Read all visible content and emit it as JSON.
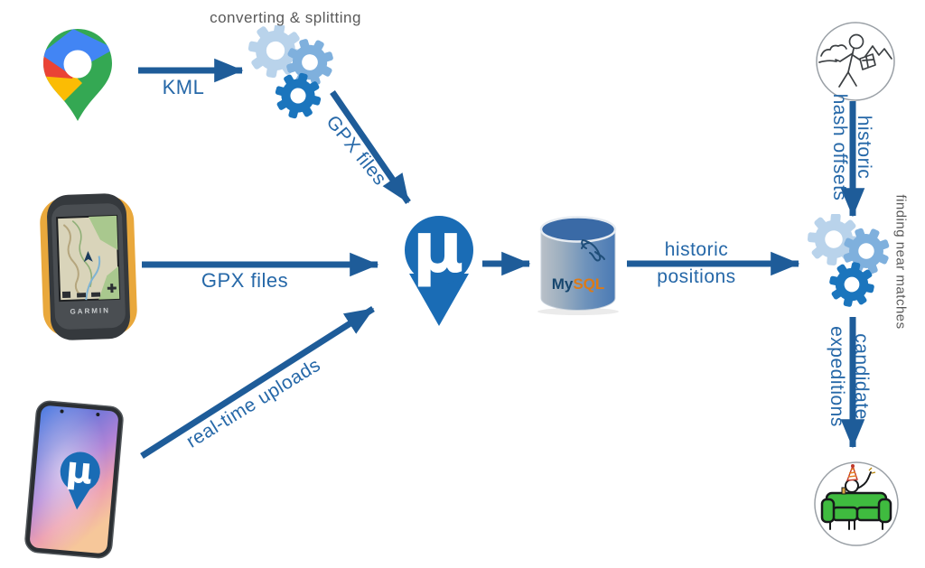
{
  "colors": {
    "arrow_blue": "#1e5c99",
    "label_blue": "#2668a8",
    "gray_text": "#595959",
    "gear_light": "#b9d3eb",
    "gear_medium": "#7fb0dd",
    "gear_dark": "#1b75bd",
    "pin_blue": "#1a6cb5",
    "mysql_navy": "#16466e",
    "mysql_orange": "#dd7a16",
    "google_blue": "#4285F4",
    "google_red": "#EA4335",
    "google_yellow": "#FBBC04",
    "google_green": "#34A853",
    "couch_green": "#3fbb3f",
    "garmin_yellow": "#e9a83c"
  },
  "icons": {
    "google_maps": "google-maps-pin-icon",
    "converter_gears": "gears-icon",
    "garmin_device": "garmin-gps-icon",
    "smartphone": "smartphone-icon",
    "mu_pin": "mu-location-pin-icon",
    "mysql": "mysql-database-icon",
    "matcher_gears": "gears-icon",
    "hiker_sketch": "hiker-with-map-sketch-icon",
    "celebration_sketch": "couch-celebration-sketch-icon"
  },
  "labels": {
    "converting_splitting": "converting & splitting",
    "kml": "KML",
    "gpx_files_converted": "GPX files",
    "gpx_files_device": "GPX files",
    "realtime_uploads": "real-time uploads",
    "historic_positions_line1": "historic",
    "historic_positions_line2": "positions",
    "hash_offsets_line1": "historic",
    "hash_offsets_line2": "hash offsets",
    "finding_near_matches": "finding near matches",
    "candidate_expeditions_line1": "candidate",
    "candidate_expeditions_line2": "expeditions"
  },
  "logos": {
    "mu": "μ",
    "mysql_my": "My",
    "mysql_sql": "SQL",
    "garmin": "GARMIN"
  }
}
